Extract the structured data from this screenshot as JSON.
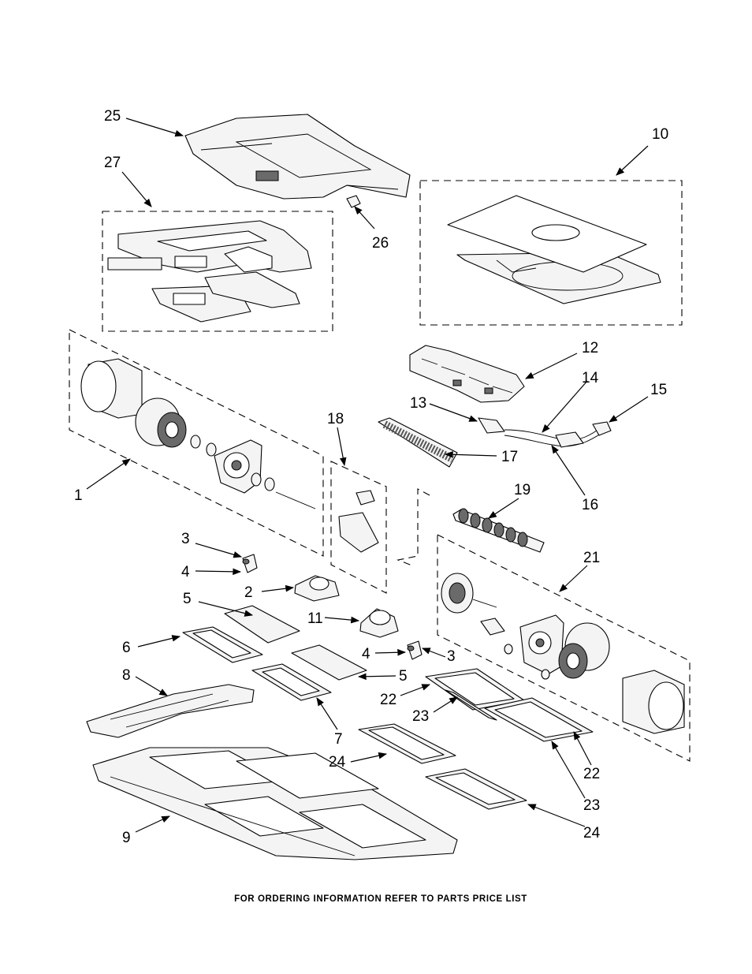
{
  "footer": "FOR ORDERING INFORMATION REFER TO PARTS PRICE LIST",
  "callouts": [
    "25",
    "27",
    "10",
    "26",
    "12",
    "14",
    "15",
    "13",
    "17",
    "16",
    "18",
    "1",
    "19",
    "3",
    "4",
    "2",
    "21",
    "5",
    "11",
    "6",
    "4",
    "3",
    "5",
    "8",
    "22",
    "23",
    "7",
    "24",
    "22",
    "23",
    "24",
    "9"
  ]
}
